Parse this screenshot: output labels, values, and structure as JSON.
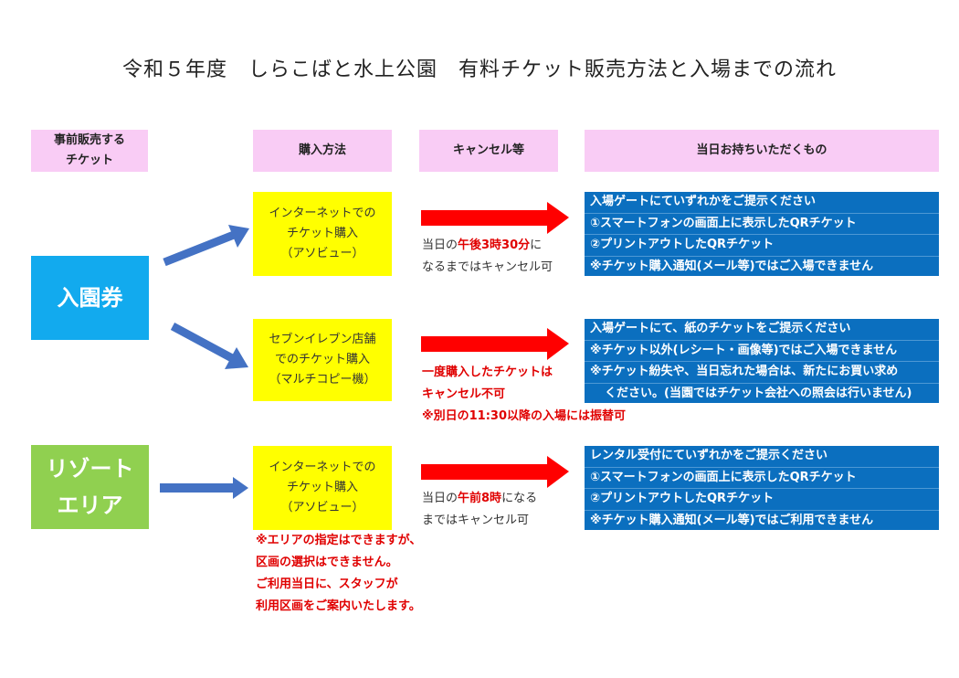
{
  "title": "令和５年度　しらこばと水上公園　有料チケット販売方法と入場までの流れ",
  "headers": {
    "advance": [
      "事前販売する",
      "チケット"
    ],
    "method": "購入方法",
    "cancel": "キャンセル等",
    "bring": "当日お持ちいただくもの"
  },
  "tickets": {
    "admission": "入園券",
    "resort": [
      "リゾート",
      "エリア"
    ]
  },
  "methods": {
    "internet1": [
      "インターネットでの",
      "チケット購入",
      "（アソビュー）"
    ],
    "seven": [
      "セブンイレブン店舗",
      "でのチケット購入",
      "（マルチコピー機）"
    ],
    "internet2": [
      "インターネットでの",
      "チケット購入",
      "（アソビュー）"
    ]
  },
  "cancel": {
    "c1": {
      "pre": "当日の",
      "red": "午後3時30分",
      "post": "に",
      "line2": "なるまではキャンセル可"
    },
    "c2": {
      "line1": "一度購入したチケットは",
      "line2": "キャンセル不可",
      "line3": "※別日の11:30以降の入場には振替可"
    },
    "c3": {
      "pre": "当日の",
      "red": "午前8時",
      "post": "になる",
      "line2": "まではキャンセル可"
    }
  },
  "bring": {
    "b1": [
      "入場ゲートにていずれかをご提示ください",
      "①スマートフォンの画面上に表示したQRチケット",
      "②プリントアウトしたQRチケット",
      "※チケット購入通知(メール等)ではご入場できません"
    ],
    "b2": [
      "入場ゲートにて、紙のチケットをご提示ください",
      "※チケット以外(レシート・画像等)ではご入場できません",
      "※チケット紛失や、当日忘れた場合は、新たにお買い求め",
      "ください。(当園ではチケット会社への照会は行いません)"
    ],
    "b3": [
      "レンタル受付にていずれかをご提示ください",
      "①スマートフォンの画面上に表示したQRチケット",
      "②プリントアウトしたQRチケット",
      "※チケット購入通知(メール等)ではご利用できません"
    ]
  },
  "resort_note": [
    "※エリアの指定はできますが、",
    "区画の選択はできません。",
    "ご利用当日に、スタッフが",
    "利用区画をご案内いたします。"
  ],
  "colors": {
    "header_bg": "#f9ccf5",
    "admission_bg": "#12aaee",
    "resort_bg": "#90d050",
    "method_bg": "#ffff00",
    "info_bg": "#0b6fbf",
    "arrow_blue": "#4472c4",
    "arrow_red": "#ff0000",
    "note_red": "#e00000"
  }
}
